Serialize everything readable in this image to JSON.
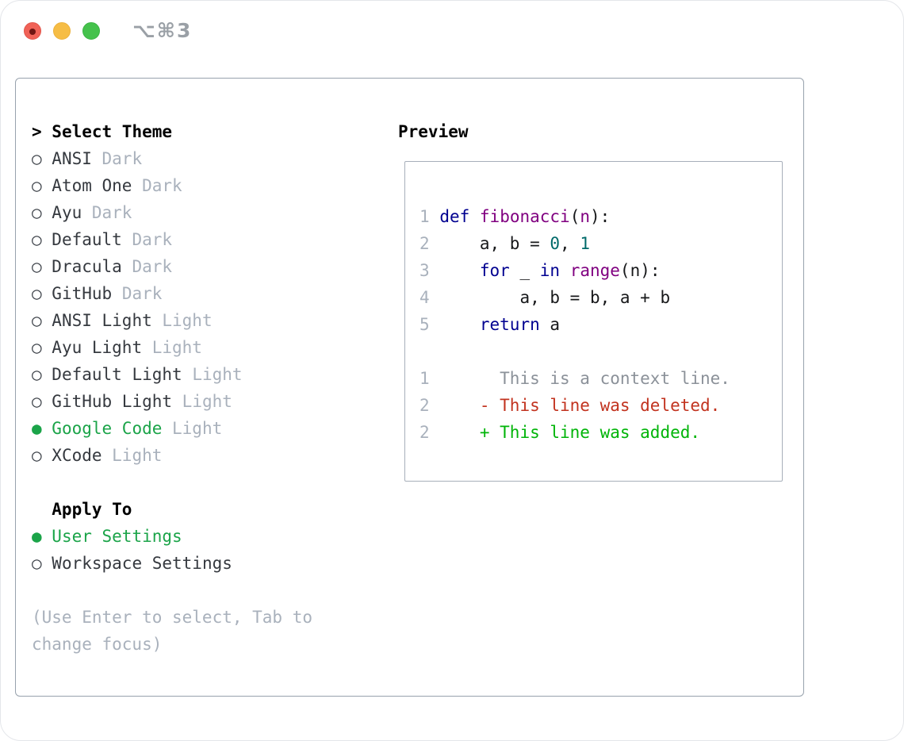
{
  "window": {
    "title": "⌥⌘3",
    "traffic_lights": [
      "close",
      "minimize",
      "zoom"
    ]
  },
  "colors": {
    "accent_green": "#1ba449",
    "muted_gray": "#a9b1bc",
    "keyword_blue": "#000090",
    "title_purple": "#800080",
    "number_teal": "#006a6a",
    "diff_deleted_red": "#c2331f",
    "diff_added_green": "#00b408",
    "panel_border": "#98a2ad"
  },
  "theme_panel": {
    "header_prefix": ">",
    "header": "Select Theme",
    "bullet_unselected": "○",
    "bullet_selected": "●",
    "items": [
      {
        "name": "ANSI",
        "variant": "Dark",
        "selected": false
      },
      {
        "name": "Atom One",
        "variant": "Dark",
        "selected": false
      },
      {
        "name": "Ayu",
        "variant": "Dark",
        "selected": false
      },
      {
        "name": "Default",
        "variant": "Dark",
        "selected": false
      },
      {
        "name": "Dracula",
        "variant": "Dark",
        "selected": false
      },
      {
        "name": "GitHub",
        "variant": "Dark",
        "selected": false
      },
      {
        "name": "ANSI Light",
        "variant": "Light",
        "selected": false
      },
      {
        "name": "Ayu Light",
        "variant": "Light",
        "selected": false
      },
      {
        "name": "Default Light",
        "variant": "Light",
        "selected": false
      },
      {
        "name": "GitHub Light",
        "variant": "Light",
        "selected": false
      },
      {
        "name": "Google Code",
        "variant": "Light",
        "selected": true
      },
      {
        "name": "XCode",
        "variant": "Light",
        "selected": false
      }
    ],
    "apply_to": {
      "header": "Apply To",
      "options": [
        {
          "name": "User Settings",
          "selected": true
        },
        {
          "name": "Workspace Settings",
          "selected": false
        }
      ]
    },
    "help_lines": [
      "(Use Enter to select, Tab to",
      "change focus)"
    ]
  },
  "preview": {
    "header": "Preview",
    "lines": [
      {
        "segments": [
          {
            "s": "ln",
            "t": "1"
          },
          {
            "s": "pl",
            "t": " "
          },
          {
            "s": "kw",
            "t": "def"
          },
          {
            "s": "pl",
            "t": " "
          },
          {
            "s": "ti",
            "t": "fibonacci"
          },
          {
            "s": "pl",
            "t": "("
          },
          {
            "s": "ti",
            "t": "n"
          },
          {
            "s": "pl",
            "t": "):"
          }
        ]
      },
      {
        "segments": [
          {
            "s": "ln",
            "t": "2"
          },
          {
            "s": "pl",
            "t": "     a, b = "
          },
          {
            "s": "nu",
            "t": "0"
          },
          {
            "s": "pl",
            "t": ", "
          },
          {
            "s": "nu",
            "t": "1"
          }
        ]
      },
      {
        "segments": [
          {
            "s": "ln",
            "t": "3"
          },
          {
            "s": "pl",
            "t": "     "
          },
          {
            "s": "kw",
            "t": "for"
          },
          {
            "s": "pl",
            "t": " _ "
          },
          {
            "s": "kw",
            "t": "in"
          },
          {
            "s": "pl",
            "t": " "
          },
          {
            "s": "ti",
            "t": "range"
          },
          {
            "s": "pl",
            "t": "(n):"
          }
        ]
      },
      {
        "segments": [
          {
            "s": "ln",
            "t": "4"
          },
          {
            "s": "pl",
            "t": "         a, b = b, a + b"
          }
        ]
      },
      {
        "segments": [
          {
            "s": "ln",
            "t": "5"
          },
          {
            "s": "pl",
            "t": "     "
          },
          {
            "s": "kw",
            "t": "return"
          },
          {
            "s": "pl",
            "t": " a"
          }
        ]
      },
      {
        "segments": []
      },
      {
        "segments": [
          {
            "s": "ln",
            "t": "1"
          },
          {
            "s": "cx",
            "t": "       This is a context line."
          }
        ]
      },
      {
        "segments": [
          {
            "s": "ln",
            "t": "2"
          },
          {
            "s": "pl",
            "t": "     "
          },
          {
            "s": "de",
            "t": "- This line was deleted."
          }
        ]
      },
      {
        "segments": [
          {
            "s": "ln",
            "t": "2"
          },
          {
            "s": "pl",
            "t": "     "
          },
          {
            "s": "ad",
            "t": "+ This line was added."
          }
        ]
      }
    ]
  }
}
